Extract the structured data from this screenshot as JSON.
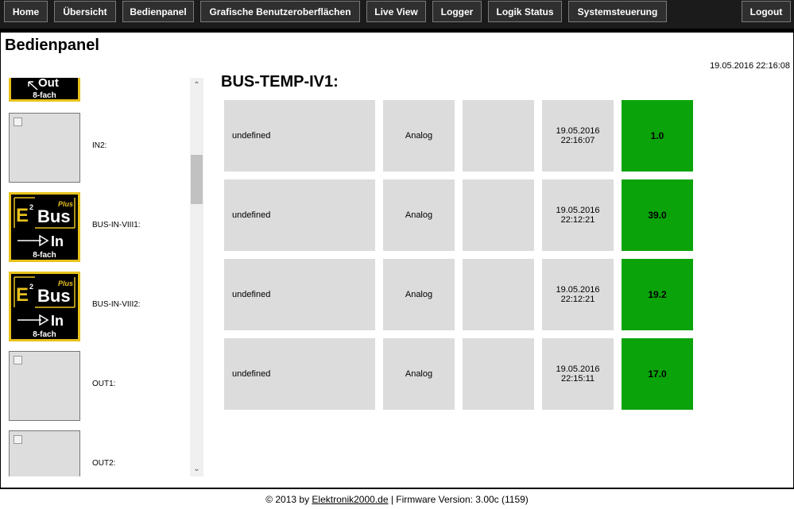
{
  "nav": {
    "items": [
      "Home",
      "Übersicht",
      "Bedienpanel",
      "Grafische Benutzeroberflächen",
      "Live View",
      "Logger",
      "Logik Status",
      "Systemsteuerung"
    ],
    "logout": "Logout"
  },
  "page": {
    "title": "Bedienpanel",
    "datetime": "19.05.2016 22:16:08"
  },
  "sidebar": {
    "labels": [
      "IN2:",
      "BUS-IN-VIII1:",
      "BUS-IN-VIII2:",
      "OUT1:",
      "OUT2:"
    ],
    "logo": {
      "e": "E",
      "sup": "2",
      "bus": "Bus",
      "plus": "Plus",
      "in": "In",
      "out": "Out",
      "count": "8-fach"
    }
  },
  "main": {
    "title": "BUS-TEMP-IV1:",
    "rows": [
      {
        "name": "undefined",
        "type": "Analog",
        "extra": "",
        "date": "19.05.2016",
        "time": "22:16:07",
        "value": "1.0"
      },
      {
        "name": "undefined",
        "type": "Analog",
        "extra": "",
        "date": "19.05.2016",
        "time": "22:12:21",
        "value": "39.0"
      },
      {
        "name": "undefined",
        "type": "Analog",
        "extra": "",
        "date": "19.05.2016",
        "time": "22:12:21",
        "value": "19.2"
      },
      {
        "name": "undefined",
        "type": "Analog",
        "extra": "",
        "date": "19.05.2016",
        "time": "22:15:11",
        "value": "17.0"
      }
    ]
  },
  "footer": {
    "prefix": "© 2013 by ",
    "link": "Elektronik2000.de",
    "suffix": " | Firmware Version: 3.00c (1159)"
  },
  "colors": {
    "accent": "#e8c21c",
    "value_green": "#0aa30a",
    "cell_gray": "#dcdcdc"
  }
}
